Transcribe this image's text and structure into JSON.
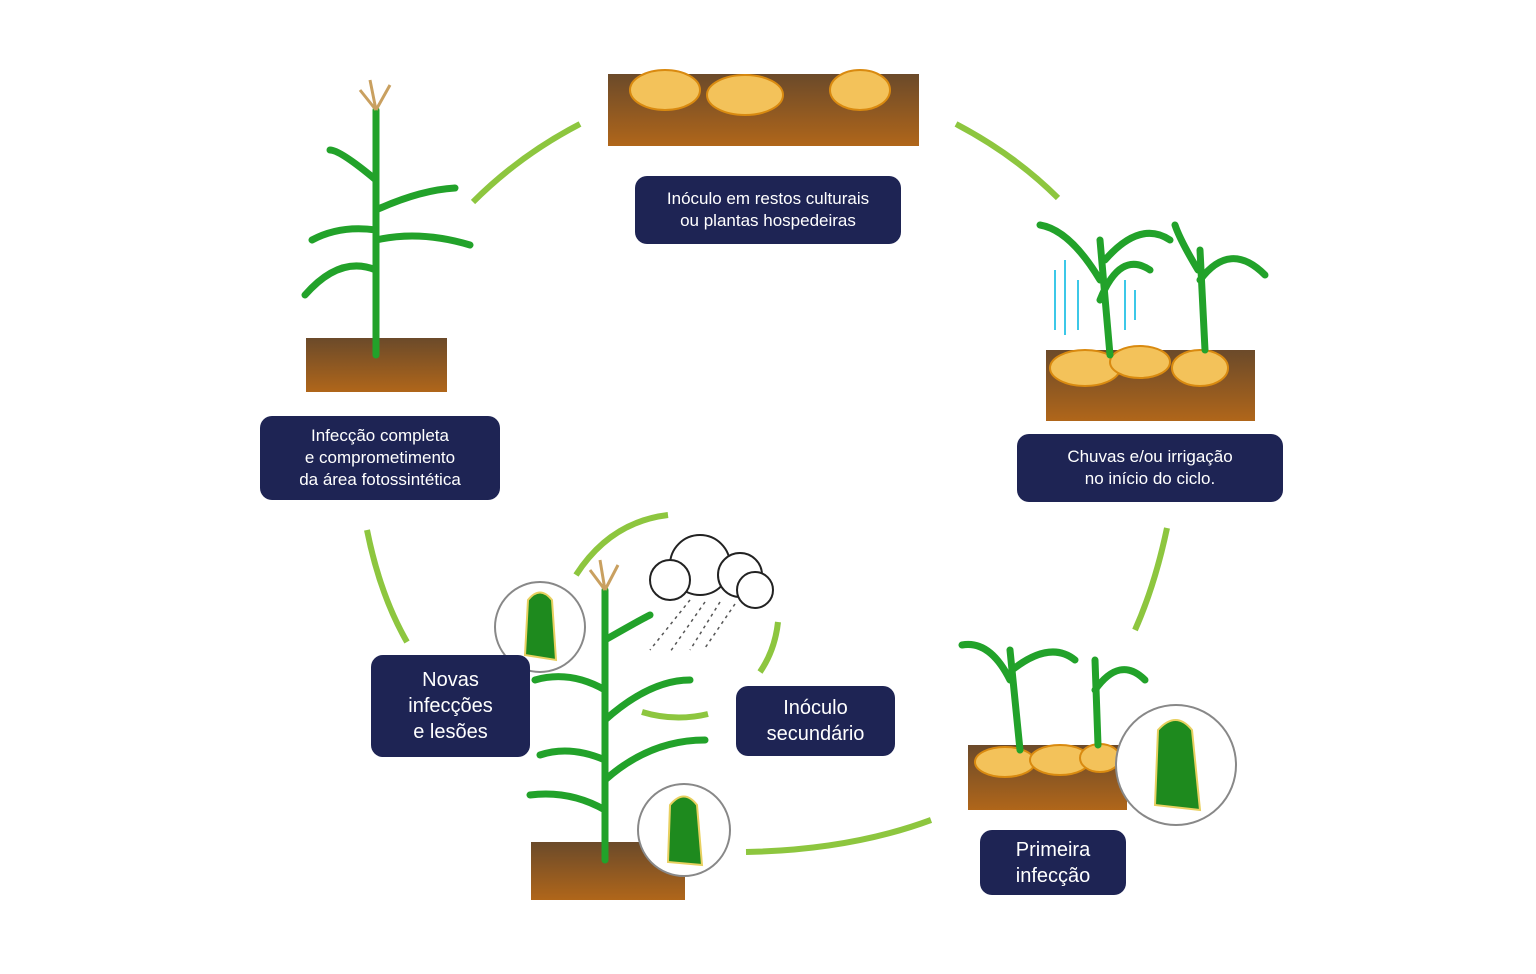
{
  "colors": {
    "label_bg": "#1e2454",
    "arrow": "#8dc63f",
    "soil": "#9a5a1a",
    "plant": "#22a22a",
    "debris": "#f3c25a"
  },
  "stages": [
    {
      "label": "Inóculo em restos culturais\nou plantas hospedeiras"
    },
    {
      "label": "Chuvas e/ou irrigação\nno início do ciclo."
    },
    {
      "label": "Primeira\ninfecção"
    },
    {
      "label": "Inóculo\nsecundário"
    },
    {
      "label": "Novas\ninfecções\ne lesões"
    },
    {
      "label": "Infecção completa\ne comprometimento\nda área fotossintética"
    }
  ]
}
